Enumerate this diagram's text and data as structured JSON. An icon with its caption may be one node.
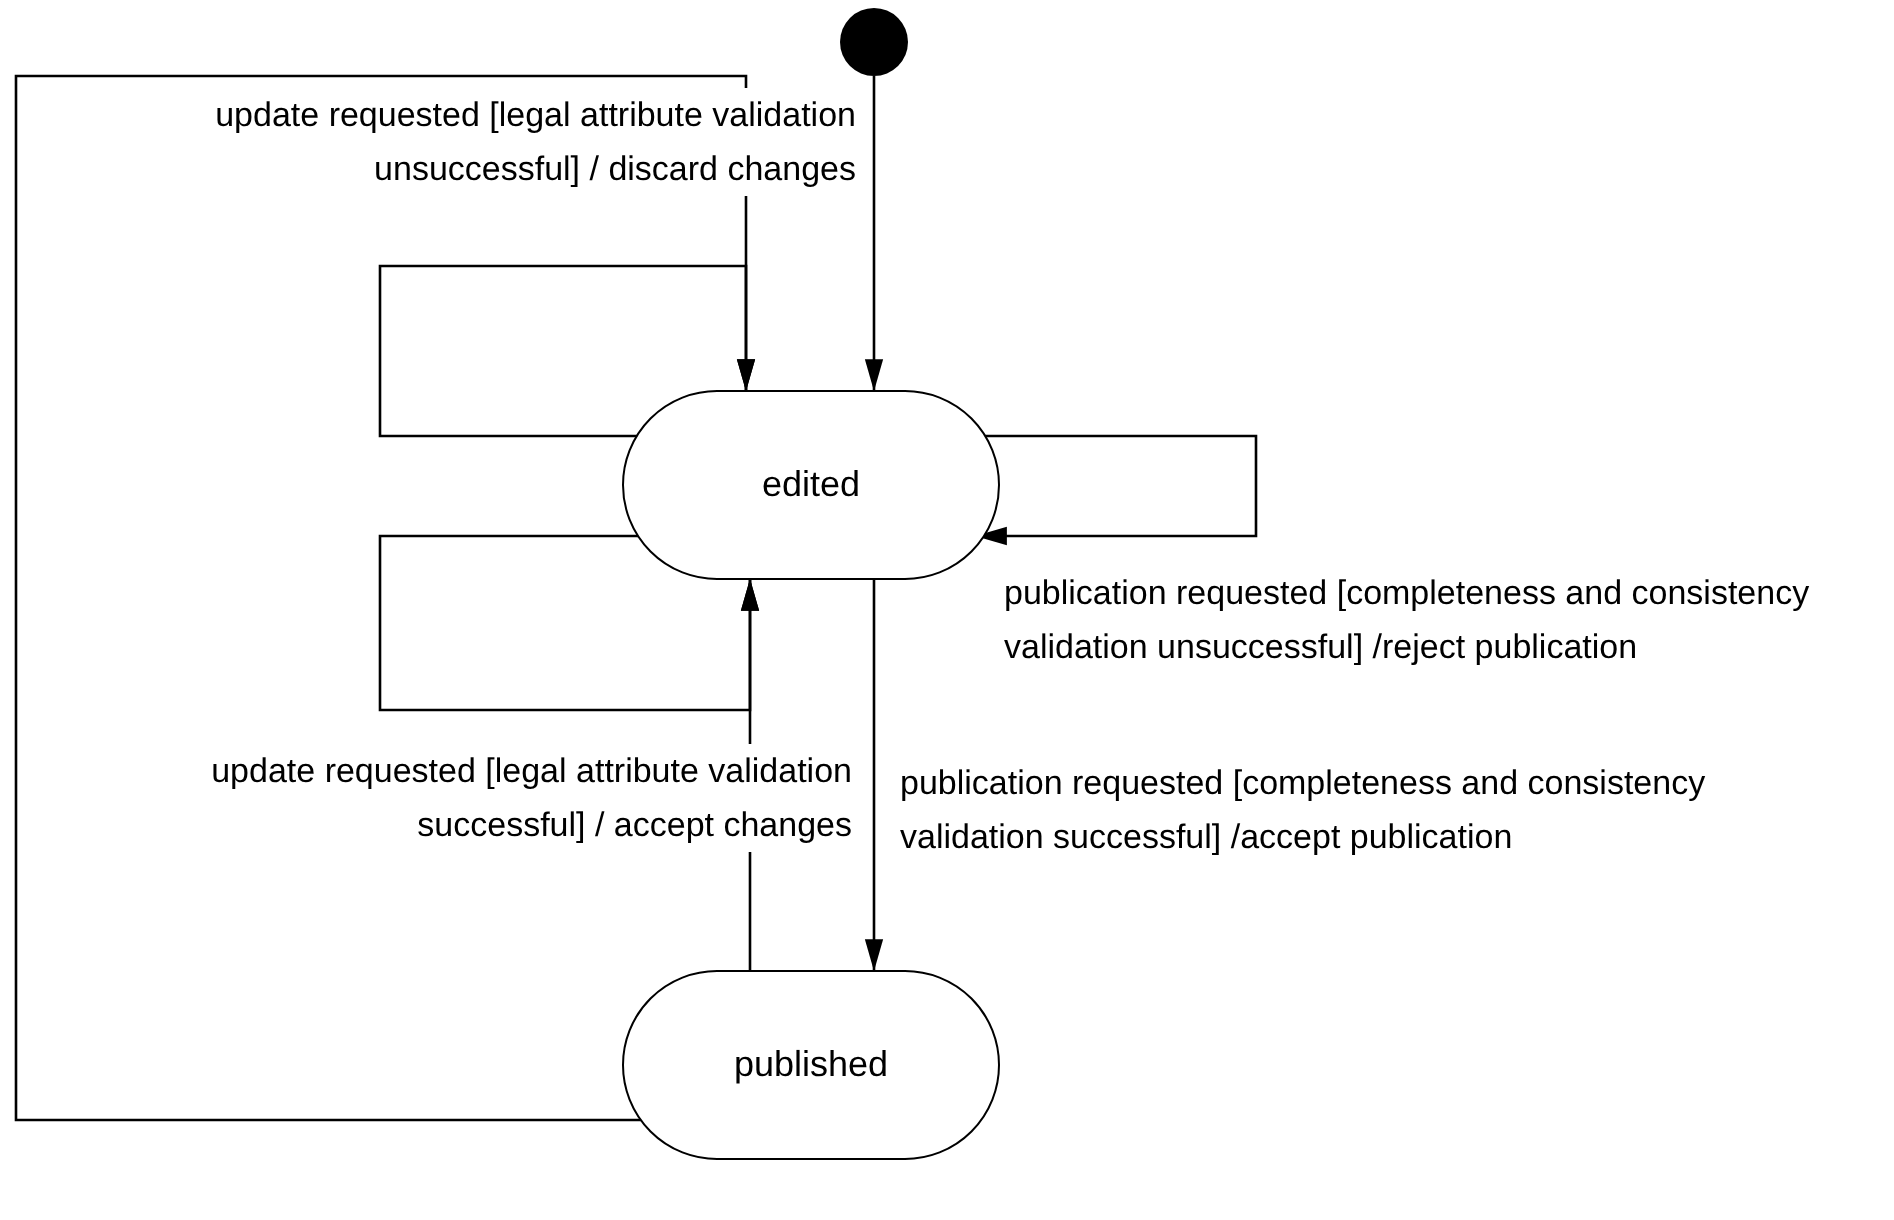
{
  "diagram": {
    "nodes": [
      {
        "text": [],
        "shape": "circle"
      },
      {
        "text": [
          "edited"
        ]
      },
      {
        "text": [
          "published"
        ]
      }
    ],
    "edges": [
      {
        "from": 0,
        "to": 1,
        "arrow": "to"
      },
      {
        "from": 1,
        "to": 1,
        "arrow": "to"
      },
      {
        "from": 2,
        "to": 1,
        "arrow": "to",
        "label": "update requested [legal attribute validation unsuccessful] / discard changes"
      },
      {
        "from": 1,
        "to": 1,
        "arrow": "to"
      },
      {
        "from": 2,
        "to": 1,
        "arrow": "to",
        "label": "update requested [legal attribute validation successful] / accept changes"
      },
      {
        "from": 1,
        "to": 1,
        "arrow": "to",
        "label": "publication requested [completeness and consistency validation unsuccessful] /reject publication"
      },
      {
        "from": 1,
        "to": 2,
        "arrow": "to",
        "label": "publication requested [completeness and consistency validation successful] /accept publication"
      }
    ]
  }
}
